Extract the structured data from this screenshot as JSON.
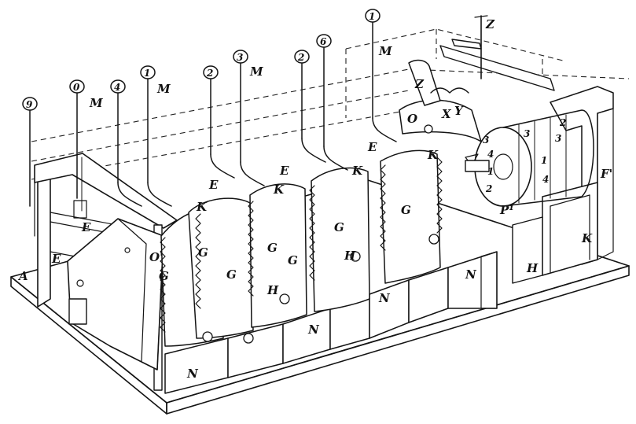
{
  "figure": {
    "labels": {
      "A": "A",
      "E": "E",
      "N": "N",
      "G": "G",
      "K": "K",
      "M": "M",
      "O1": "O'",
      "H": "H",
      "Z": "Z",
      "O": "O",
      "X": "X",
      "Y": "Y",
      "P1": "P¹",
      "F1": "F'",
      "Z1": "Z"
    },
    "key_caps": [
      "9",
      "0",
      "4",
      "1",
      "2",
      "3",
      "2",
      "6",
      "1"
    ],
    "wheel_digits": [
      "3",
      "4",
      "1",
      "2",
      "3",
      "1",
      "3",
      "2",
      "4"
    ]
  }
}
